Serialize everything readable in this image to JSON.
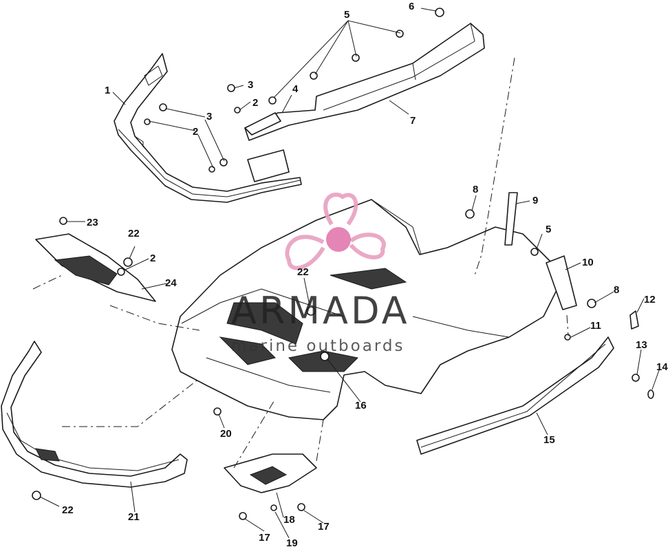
{
  "watermark": {
    "brand": "ARMADA",
    "tagline": "marine outboards",
    "logo_color": "#e8a0c0",
    "logo_hub_color": "#e070a8"
  },
  "callouts": [
    {
      "id": "c1",
      "text": "1"
    },
    {
      "id": "c2a",
      "text": "2"
    },
    {
      "id": "c2b",
      "text": "2"
    },
    {
      "id": "c2c",
      "text": "2"
    },
    {
      "id": "c3a",
      "text": "3"
    },
    {
      "id": "c3b",
      "text": "3"
    },
    {
      "id": "c4",
      "text": "4"
    },
    {
      "id": "c5a",
      "text": "5"
    },
    {
      "id": "c5b",
      "text": "5"
    },
    {
      "id": "c6",
      "text": "6"
    },
    {
      "id": "c7",
      "text": "7"
    },
    {
      "id": "c8a",
      "text": "8"
    },
    {
      "id": "c8b",
      "text": "8"
    },
    {
      "id": "c9",
      "text": "9"
    },
    {
      "id": "c10",
      "text": "10"
    },
    {
      "id": "c11",
      "text": "11"
    },
    {
      "id": "c12",
      "text": "12"
    },
    {
      "id": "c13",
      "text": "13"
    },
    {
      "id": "c14",
      "text": "14"
    },
    {
      "id": "c15",
      "text": "15"
    },
    {
      "id": "c16",
      "text": "16"
    },
    {
      "id": "c17a",
      "text": "17"
    },
    {
      "id": "c17b",
      "text": "17"
    },
    {
      "id": "c18",
      "text": "18"
    },
    {
      "id": "c19",
      "text": "19"
    },
    {
      "id": "c20",
      "text": "20"
    },
    {
      "id": "c21",
      "text": "21"
    },
    {
      "id": "c22a",
      "text": "22"
    },
    {
      "id": "c22b",
      "text": "22"
    },
    {
      "id": "c22c",
      "text": "22"
    },
    {
      "id": "c23",
      "text": "23"
    },
    {
      "id": "c24",
      "text": "24"
    }
  ]
}
